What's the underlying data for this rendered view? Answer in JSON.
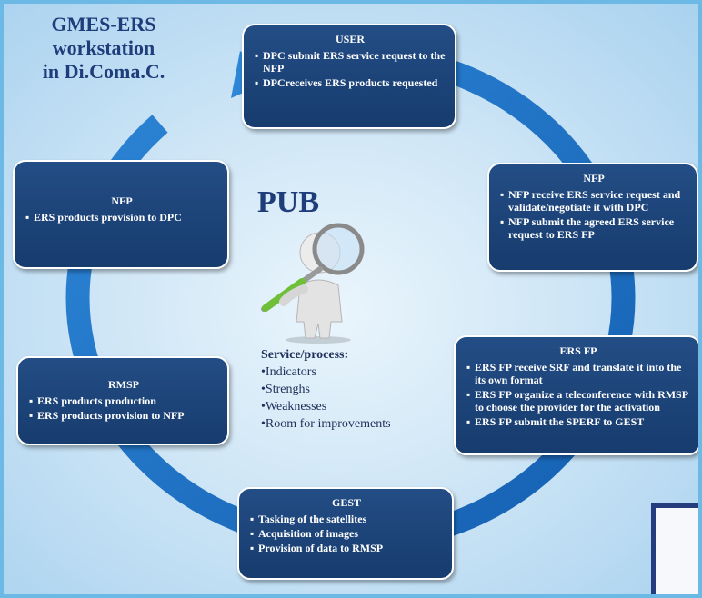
{
  "header": {
    "workstation_lines": [
      "GMES-ERS",
      "workstation",
      "in Di.Coma.C."
    ]
  },
  "center": {
    "pub_label": "PUB",
    "service_title": "Service/process:",
    "service_items": [
      "Indicators",
      "Strenghs",
      "Weaknesses",
      "Room for  improvements"
    ]
  },
  "boxes": {
    "user": {
      "title": "USER",
      "items": [
        "DPC submit ERS service request to the NFP",
        "DPCreceives ERS products requested"
      ]
    },
    "nfp_right": {
      "title": "NFP",
      "items": [
        "NFP receive ERS service request and validate/negotiate it with DPC",
        "NFP submit the agreed ERS service request to ERS FP"
      ]
    },
    "ers_fp": {
      "title": "ERS FP",
      "items": [
        "ERS FP receive SRF and translate it into the its own format",
        "ERS FP organize a teleconference with RMSP to choose the provider for the activation",
        "ERS FP submit the SPERF to GEST"
      ]
    },
    "gest": {
      "title": "GEST",
      "items": [
        "Tasking of the satellites",
        "Acquisition of images",
        "Provision of data to RMSP"
      ]
    },
    "rmsp": {
      "title": "RMSP",
      "items": [
        "ERS products production",
        "ERS products provision to NFP"
      ]
    },
    "nfp_left": {
      "title": "NFP",
      "items": [
        "ERS products provision to DPC"
      ]
    }
  },
  "colors": {
    "ring": "#1f6fc1",
    "box": "#1b4378",
    "title_text": "#1f3d7a",
    "border": "#6db9e6"
  },
  "icons": {
    "figure": "magnifier-person-icon"
  }
}
